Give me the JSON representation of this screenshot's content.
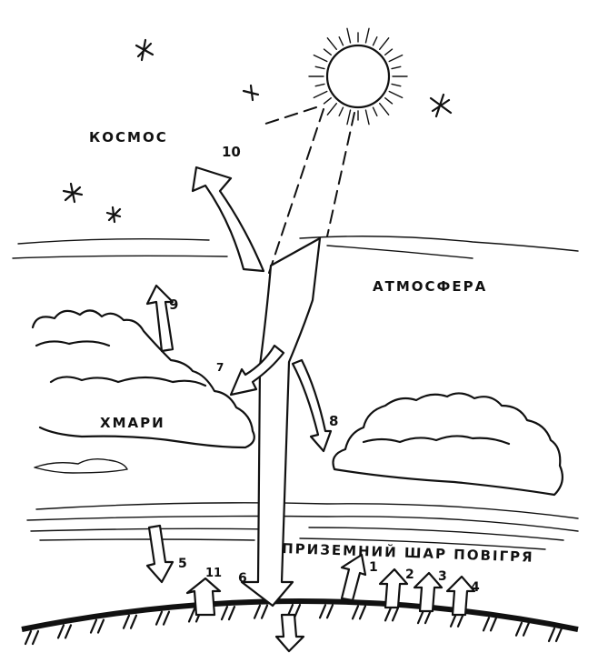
{
  "labels": {
    "space": "КОСМОС",
    "atmosphere": "АТМОСФЕРА",
    "clouds": "ХМАРИ",
    "surface_layer": "ПРИЗЕМНИЙ  ШАР  ПОВІГРЯ"
  },
  "flows": {
    "n1": "1",
    "n2": "2",
    "n3": "3",
    "n4": "4",
    "n5": "5",
    "n6": "6",
    "n7": "7",
    "n8": "8",
    "n9": "9",
    "n10": "10",
    "n11": "11"
  },
  "icons": [
    "sun-icon",
    "star-icon",
    "cloud-icon",
    "arrow-icon"
  ],
  "colors": {
    "ink": "#111111",
    "paper": "#ffffff"
  }
}
